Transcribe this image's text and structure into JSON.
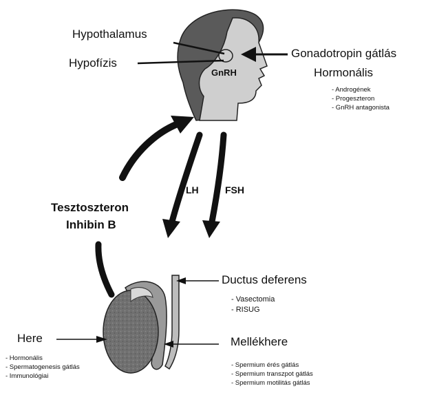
{
  "head": {
    "hypothalamus": "Hypothalamus",
    "hypofizis": "Hypofízis",
    "gnrh": "GnRH",
    "gonadotropin_title": "Gonadotropin gátlás",
    "hormonalis_title": "Hormonális",
    "hormonal_items": [
      "- Androgének",
      "- Progeszteron",
      "- GnRH antagonista"
    ]
  },
  "arrows": {
    "lh": "LH",
    "fsh": "FSH",
    "feedback_line1": "Tesztoszteron",
    "feedback_line2": "Inhibin B"
  },
  "ductus": {
    "title": "Ductus deferens",
    "items": [
      "- Vasectomia",
      "- RISUG"
    ]
  },
  "mellekhere": {
    "title": "Mellékhere",
    "items": [
      "- Spermium érés gátlás",
      "- Spermium transzpot gátlás",
      "- Spermium motilitás gátlás"
    ]
  },
  "here": {
    "title": "Here",
    "items": [
      "- Hormonális",
      "- Spermatogenesis gátlás",
      "- Immunológiai"
    ]
  },
  "colors": {
    "head_gray": "#5a5a5a",
    "face_gray": "#c9c9c9",
    "testis_gray": "#6e6e6e",
    "arrow_black": "#111111"
  }
}
